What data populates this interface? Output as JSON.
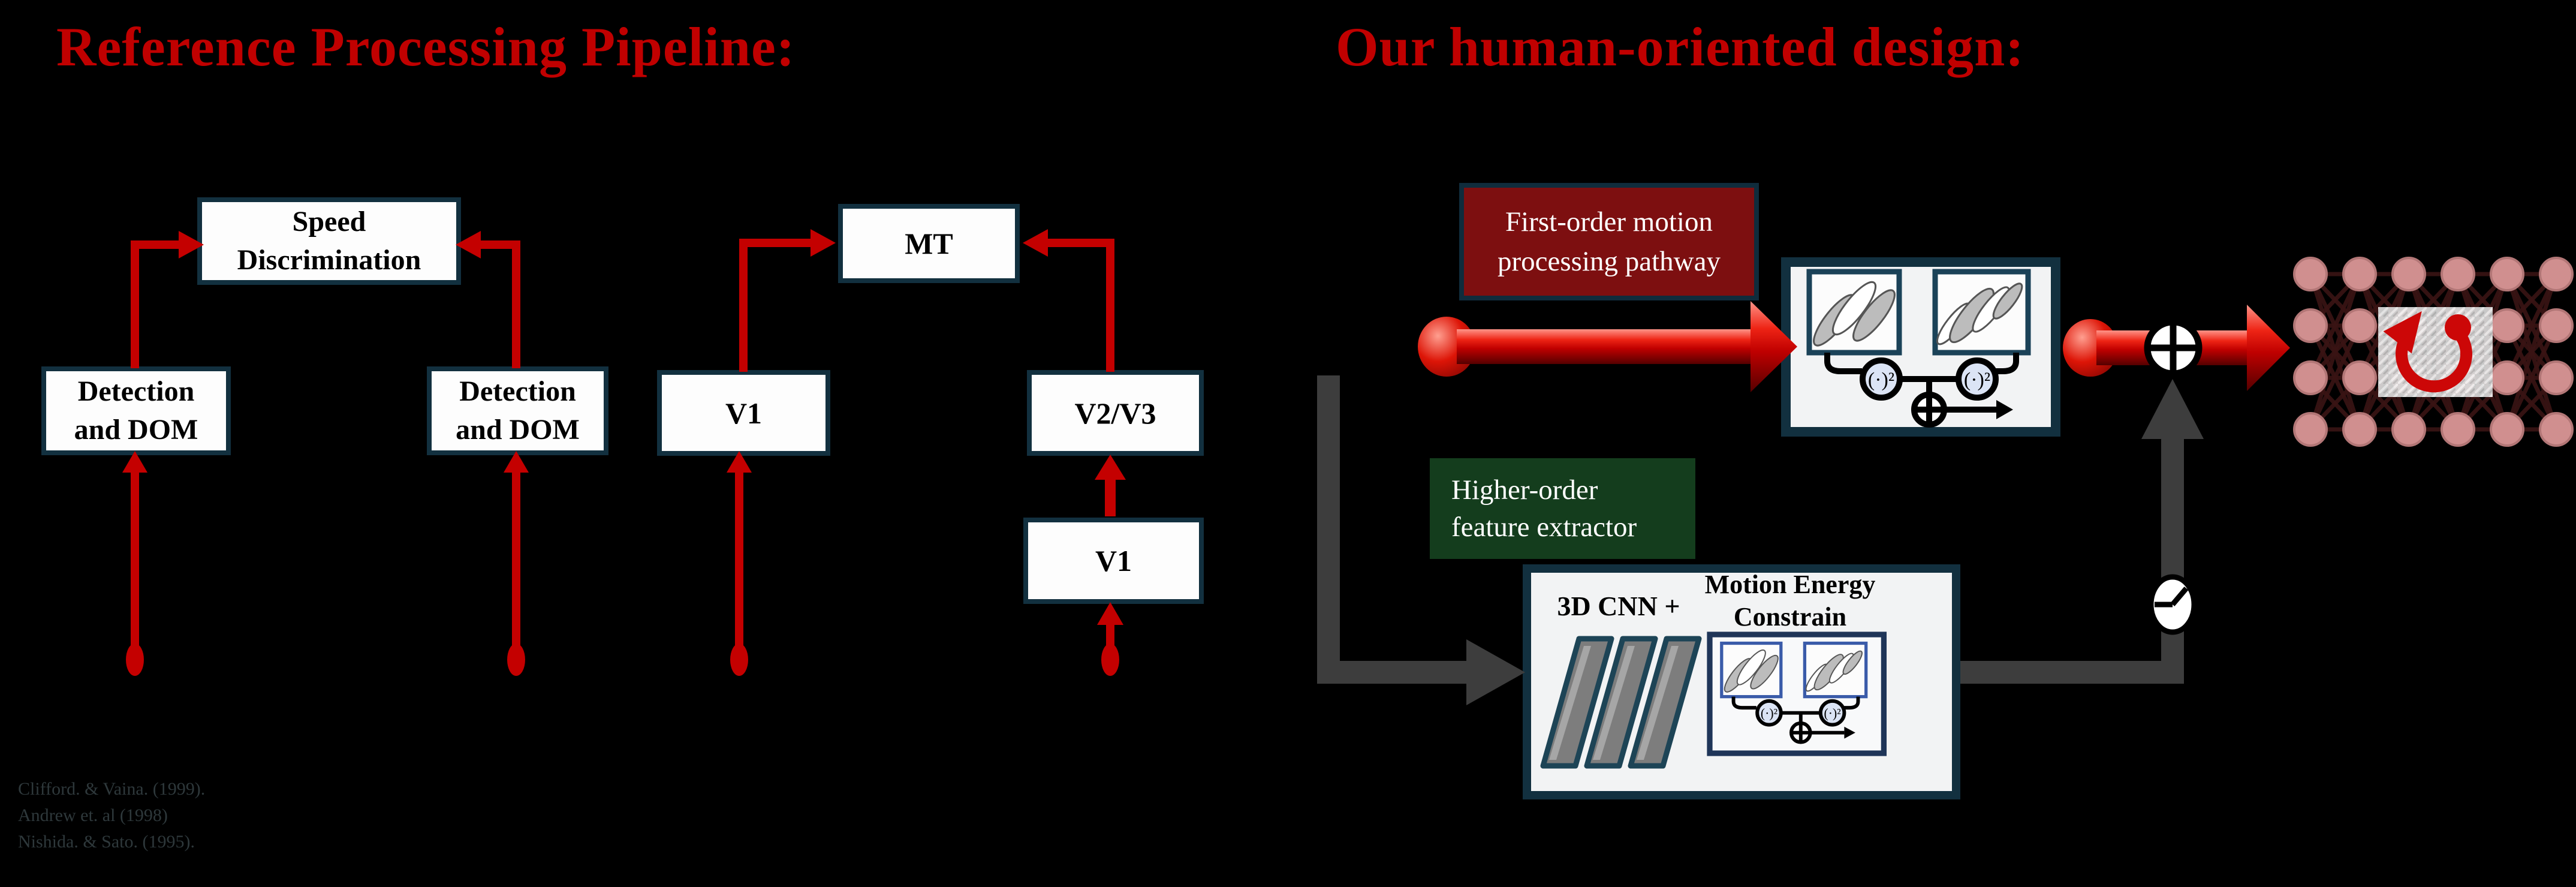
{
  "left": {
    "title": "Reference Processing Pipeline:",
    "boxes": {
      "speed": {
        "line1": "Speed",
        "line2": "Discrimination"
      },
      "det1": {
        "line1": "Detection",
        "line2": "and DOM"
      },
      "det2": {
        "line1": "Detection",
        "line2": "and DOM"
      },
      "v1a": {
        "label": "V1"
      },
      "mt": {
        "label": "MT"
      },
      "v2v3": {
        "label": "V2/V3"
      },
      "v1b": {
        "label": "V1"
      }
    },
    "citations": [
      "Clifford. & Vaina. (1999).",
      "Andrew et. al (1998)",
      "Nishida. & Sato. (1995)."
    ]
  },
  "right": {
    "title": "Our human-oriented design:",
    "first_order_box": {
      "line1": "First-order motion",
      "line2": "processing pathway"
    },
    "higher_order_box": {
      "line1": "Higher-order",
      "line2": "feature extractor"
    },
    "cnn_box": {
      "cnn_label": "3D CNN +",
      "me_line1": "Motion Energy",
      "me_line2": "Constrain"
    },
    "symbols": {
      "squarer": "(·)²"
    }
  },
  "colors": {
    "background": "#000000",
    "title_red": "#c00000",
    "arrow_red": "#c40000",
    "box_border_navy": "#12303f",
    "maroon_fill": "#7d0f10",
    "green_fill": "#143d1d",
    "gray_arrow": "#3d3d3d",
    "citation_gray": "#2e383b",
    "nn_node": "#d08f8f",
    "nn_line": "#3a1414"
  }
}
